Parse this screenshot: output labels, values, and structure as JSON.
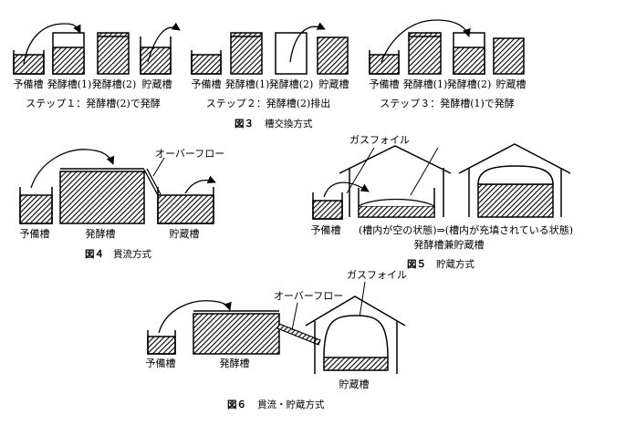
{
  "figure3": {
    "panels": [
      {
        "labels": [
          "予備槽",
          "発酵槽(1)",
          "発酵槽(2)",
          "貯蔵槽"
        ],
        "step": "ステップ１：発酵槽(2)で発酵"
      },
      {
        "labels": [
          "予備槽",
          "発酵槽(1)",
          "発酵槽(2)",
          "貯蔵槽"
        ],
        "step": "ステップ２：発酵槽(2)排出"
      },
      {
        "labels": [
          "予備槽",
          "発酵槽(1)",
          "発酵槽(2)",
          "貯蔵槽"
        ],
        "step": "ステップ３：発酵槽(1)で発酵"
      }
    ],
    "fig_no": "図３",
    "caption": "槽交換方式"
  },
  "figure4": {
    "overflow": "オーバーフロー",
    "labels": [
      "予備槽",
      "発酵槽",
      "貯蔵槽"
    ],
    "fig_no": "図４",
    "caption": "貫流方式"
  },
  "figure5": {
    "gas_foil": "ガスフォイル",
    "tank_label": "予備槽",
    "state_text": "(槽内が空の状態)⇒(槽内が充填されている状態)",
    "combined_label": "発酵槽兼貯蔵槽",
    "fig_no": "図５",
    "caption": "貯蔵方式"
  },
  "figure6": {
    "overflow": "オーバーフロー",
    "gas_foil": "ガスフォイル",
    "labels": [
      "予備槽",
      "発酵槽",
      "貯蔵槽"
    ],
    "fig_no": "図６",
    "caption": "貫流・貯蔵方式"
  }
}
